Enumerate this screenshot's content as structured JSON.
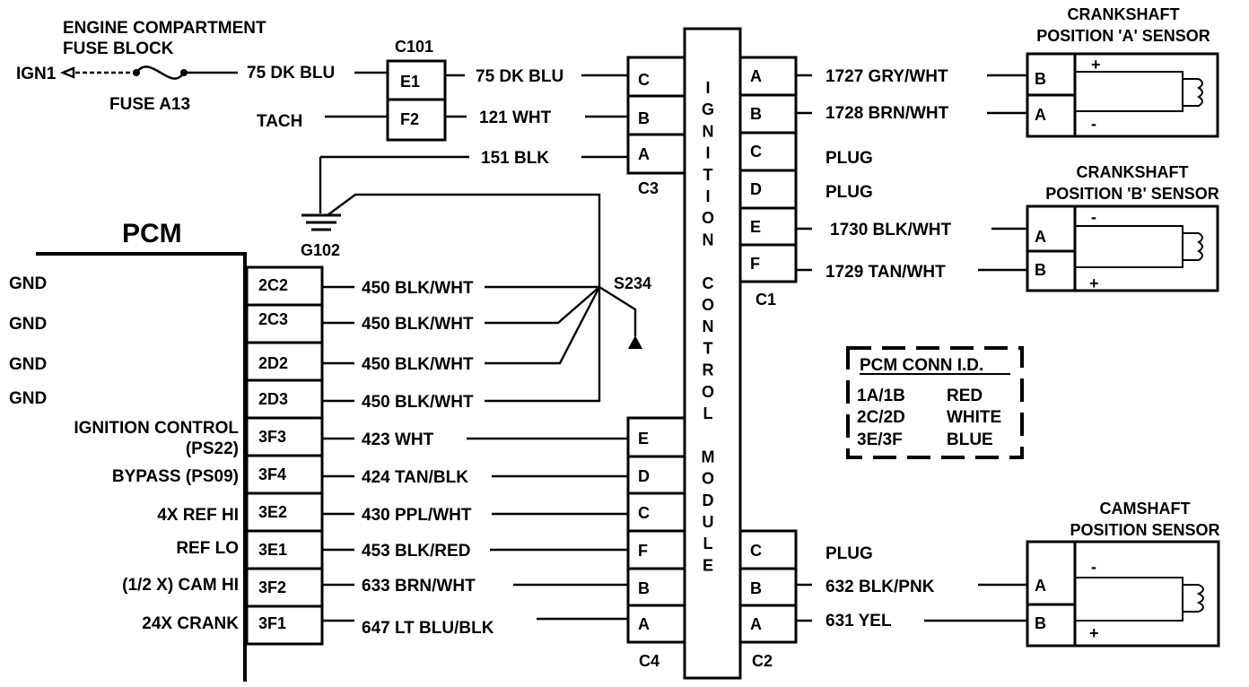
{
  "fuse_block": {
    "title_line1": "ENGINE COMPARTMENT",
    "title_line2": "FUSE BLOCK",
    "source": "IGN1",
    "fuse": "FUSE A13",
    "wire_out": "75 DK BLU",
    "tach": "TACH"
  },
  "c101": {
    "name": "C101",
    "pins": [
      "E1",
      "F2"
    ],
    "wires_right": [
      "75 DK BLU",
      "121 WHT"
    ]
  },
  "ground": {
    "wire": "151 BLK",
    "name": "G102",
    "splice": "S234"
  },
  "icm": {
    "title": "IGNITION CONTROL MODULE",
    "title_letters": [
      "I",
      "G",
      "N",
      "I",
      "T",
      "I",
      "O",
      "N",
      "",
      "C",
      "O",
      "N",
      "T",
      "R",
      "O",
      "L",
      "",
      "M",
      "O",
      "D",
      "U",
      "L",
      "E"
    ],
    "c3": {
      "name": "C3",
      "pins": [
        "C",
        "B",
        "A"
      ]
    },
    "c1": {
      "name": "C1",
      "pins": [
        "A",
        "B",
        "C",
        "D",
        "E",
        "F"
      ]
    },
    "c4": {
      "name": "C4",
      "pins": [
        "E",
        "D",
        "C",
        "F",
        "B",
        "A"
      ]
    },
    "c2": {
      "name": "C2",
      "pins": [
        "C",
        "B",
        "A"
      ]
    }
  },
  "c1_wires": [
    "1727 GRY/WHT",
    "1728 BRN/WHT",
    "PLUG",
    "PLUG",
    "1730 BLK/WHT",
    "1729 TAN/WHT"
  ],
  "c2_wires": [
    "PLUG",
    "632 BLK/PNK",
    "631 YEL"
  ],
  "sensor_a": {
    "title_line1": "CRANKSHAFT",
    "title_line2": "POSITION 'A' SENSOR",
    "pins": [
      "B",
      "A"
    ],
    "plus": "+",
    "minus": "-"
  },
  "sensor_b": {
    "title_line1": "CRANKSHAFT",
    "title_line2": "POSITION 'B' SENSOR",
    "pins": [
      "A",
      "B"
    ],
    "plus": "+",
    "minus": "-"
  },
  "sensor_cam": {
    "title_line1": "CAMSHAFT",
    "title_line2": "POSITION SENSOR",
    "pins": [
      "A",
      "B"
    ],
    "plus": "+",
    "minus": "-"
  },
  "pcm": {
    "title": "PCM",
    "rows": [
      {
        "label": "GND",
        "pin": "2C2",
        "wire": "450 BLK/WHT"
      },
      {
        "label": "GND",
        "pin": "2C3",
        "wire": "450 BLK/WHT"
      },
      {
        "label": "GND",
        "pin": "2D2",
        "wire": "450 BLK/WHT"
      },
      {
        "label": "GND",
        "pin": "2D3",
        "wire": "450 BLK/WHT"
      },
      {
        "label": "IGNITION CONTROL",
        "label2": "(PS22)",
        "pin": "3F3",
        "wire": "423 WHT"
      },
      {
        "label": "BYPASS (PS09)",
        "pin": "3F4",
        "wire": "424 TAN/BLK"
      },
      {
        "label": "4X REF HI",
        "pin": "3E2",
        "wire": "430 PPL/WHT"
      },
      {
        "label": "REF LO",
        "pin": "3E1",
        "wire": "453 BLK/RED"
      },
      {
        "label": "(1/2 X) CAM HI",
        "pin": "3F2",
        "wire": "633 BRN/WHT"
      },
      {
        "label": "24X CRANK",
        "pin": "3F1",
        "wire": "647 LT BLU/BLK"
      }
    ]
  },
  "pcm_conn_id": {
    "title": "PCM CONN I.D.",
    "rows": [
      {
        "conn": "1A/1B",
        "color": "RED"
      },
      {
        "conn": "2C/2D",
        "color": "WHITE"
      },
      {
        "conn": "3E/3F",
        "color": "BLUE"
      }
    ]
  }
}
